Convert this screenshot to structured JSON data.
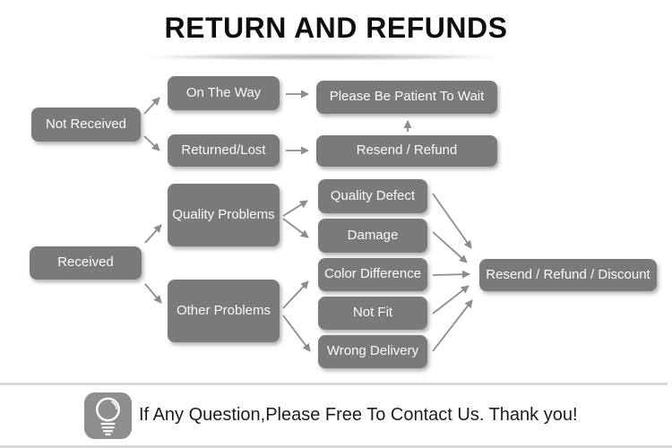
{
  "page": {
    "title": "RETURN AND REFUNDS"
  },
  "colors": {
    "node_fill": "#7a7a7c",
    "node_text": "#fafafa",
    "arrow": "#8c8c8c",
    "icon_badge_bg": "#8e8e8e",
    "divider": "#d9d9d9",
    "title_text": "#0e0e0e"
  },
  "flowchart": {
    "nodes": {
      "not_received": "Not Received",
      "on_the_way": "On The Way",
      "returned_lost": "Returned/Lost",
      "please_wait": "Please Be Patient To Wait",
      "resend_refund": "Resend / Refund",
      "received": "Received",
      "quality_problems": "Quality Problems",
      "other_problems": "Other Problems",
      "quality_defect": "Quality Defect",
      "damage": "Damage",
      "color_difference": "Color Difference",
      "not_fit": "Not Fit",
      "wrong_delivery": "Wrong Delivery",
      "resend_refund_discount": "Resend / Refund / Discount"
    },
    "edges": [
      "not_received -> on_the_way",
      "not_received -> returned_lost",
      "on_the_way -> please_wait",
      "returned_lost -> resend_refund",
      "resend_refund -> please_wait",
      "received -> quality_problems",
      "received -> other_problems",
      "quality_problems -> quality_defect",
      "quality_problems -> damage",
      "other_problems -> color_difference",
      "other_problems -> wrong_delivery",
      "quality_defect -> resend_refund_discount",
      "damage -> resend_refund_discount",
      "color_difference -> resend_refund_discount",
      "not_fit -> resend_refund_discount",
      "wrong_delivery -> resend_refund_discount"
    ]
  },
  "footer": {
    "icon": "lightbulb-icon",
    "message": "If Any Question,Please Free To Contact Us. Thank you!"
  }
}
